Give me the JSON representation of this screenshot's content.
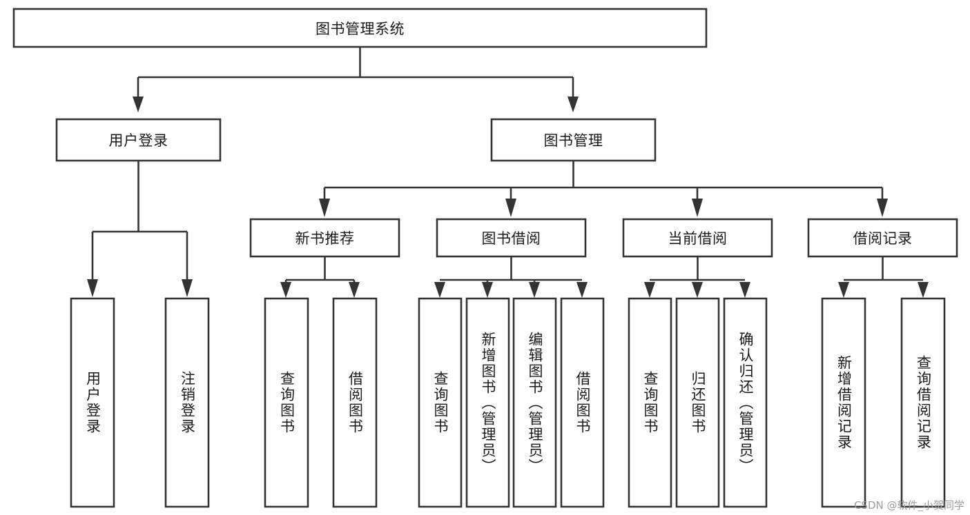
{
  "diagram": {
    "type": "tree-hierarchy",
    "title": "图书管理系统",
    "root": {
      "id": "root",
      "label": "图书管理系统",
      "orientation": "horizontal"
    },
    "level2": [
      {
        "id": "user-login",
        "label": "用户登录",
        "orientation": "horizontal"
      },
      {
        "id": "book-management",
        "label": "图书管理",
        "orientation": "horizontal"
      }
    ],
    "level3": [
      {
        "id": "new-book-recommend",
        "label": "新书推荐",
        "orientation": "horizontal",
        "parent": "book-management"
      },
      {
        "id": "book-borrow",
        "label": "图书借阅",
        "orientation": "horizontal",
        "parent": "book-management"
      },
      {
        "id": "current-borrow",
        "label": "当前借阅",
        "orientation": "horizontal",
        "parent": "book-management"
      },
      {
        "id": "borrow-record",
        "label": "借阅记录",
        "orientation": "horizontal",
        "parent": "book-management"
      }
    ],
    "leaves": [
      {
        "id": "leaf-user-login",
        "label": "用户登录",
        "orientation": "vertical",
        "parent": "user-login"
      },
      {
        "id": "leaf-logout-login",
        "label": "注销登录",
        "orientation": "vertical",
        "parent": "user-login"
      },
      {
        "id": "leaf-query-book-1",
        "label": "查询图书",
        "orientation": "vertical",
        "parent": "new-book-recommend"
      },
      {
        "id": "leaf-borrow-book-1",
        "label": "借阅图书",
        "orientation": "vertical",
        "parent": "new-book-recommend"
      },
      {
        "id": "leaf-query-book-2",
        "label": "查询图书",
        "orientation": "vertical",
        "parent": "book-borrow"
      },
      {
        "id": "leaf-add-book",
        "label": "新增图书（管理员）",
        "orientation": "vertical",
        "parent": "book-borrow"
      },
      {
        "id": "leaf-edit-book",
        "label": "编辑图书（管理员）",
        "orientation": "vertical",
        "parent": "book-borrow"
      },
      {
        "id": "leaf-borrow-book-2",
        "label": "借阅图书",
        "orientation": "vertical",
        "parent": "book-borrow"
      },
      {
        "id": "leaf-query-book-3",
        "label": "查询图书",
        "orientation": "vertical",
        "parent": "current-borrow"
      },
      {
        "id": "leaf-return-book",
        "label": "归还图书",
        "orientation": "vertical",
        "parent": "current-borrow"
      },
      {
        "id": "leaf-confirm-return",
        "label": "确认归还（管理员）",
        "orientation": "vertical",
        "parent": "current-borrow"
      },
      {
        "id": "leaf-add-record",
        "label": "新增借阅记录",
        "orientation": "vertical",
        "parent": "borrow-record"
      },
      {
        "id": "leaf-query-record",
        "label": "查询借阅记录",
        "orientation": "vertical",
        "parent": "borrow-record"
      }
    ],
    "colors": {
      "box_stroke": "#333333",
      "box_fill": "#ffffff",
      "text": "#1a1a1a",
      "background": "#ffffff",
      "watermark": "#9b9b9b"
    }
  },
  "watermark": {
    "text": "CSDN @软件_小贺同学"
  }
}
